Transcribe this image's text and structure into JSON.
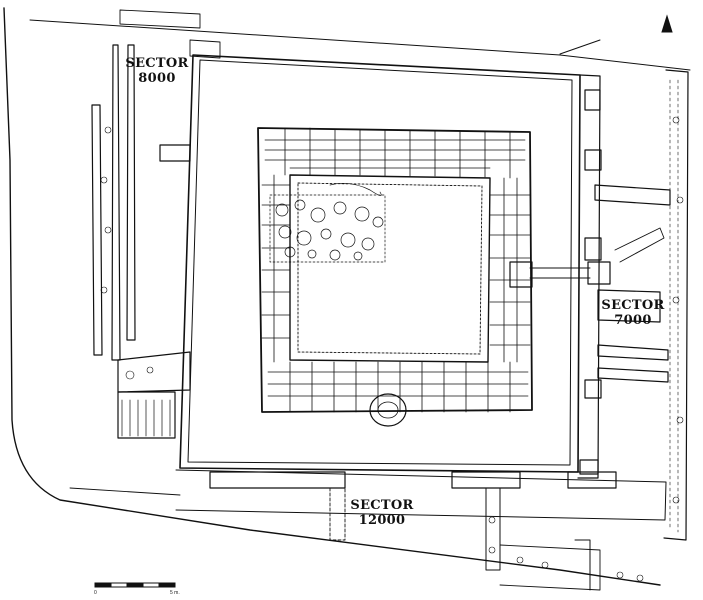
{
  "sectors": [
    {
      "id": "8000",
      "line1": "SECTOR",
      "line2": "8000"
    },
    {
      "id": "7000",
      "line1": "SECTOR",
      "line2": "7000"
    },
    {
      "id": "12000",
      "line1": "SECTOR",
      "line2": "12000"
    }
  ],
  "scale": {
    "start": "0",
    "end": "5 m."
  },
  "north_arrow": "north-arrow-icon"
}
